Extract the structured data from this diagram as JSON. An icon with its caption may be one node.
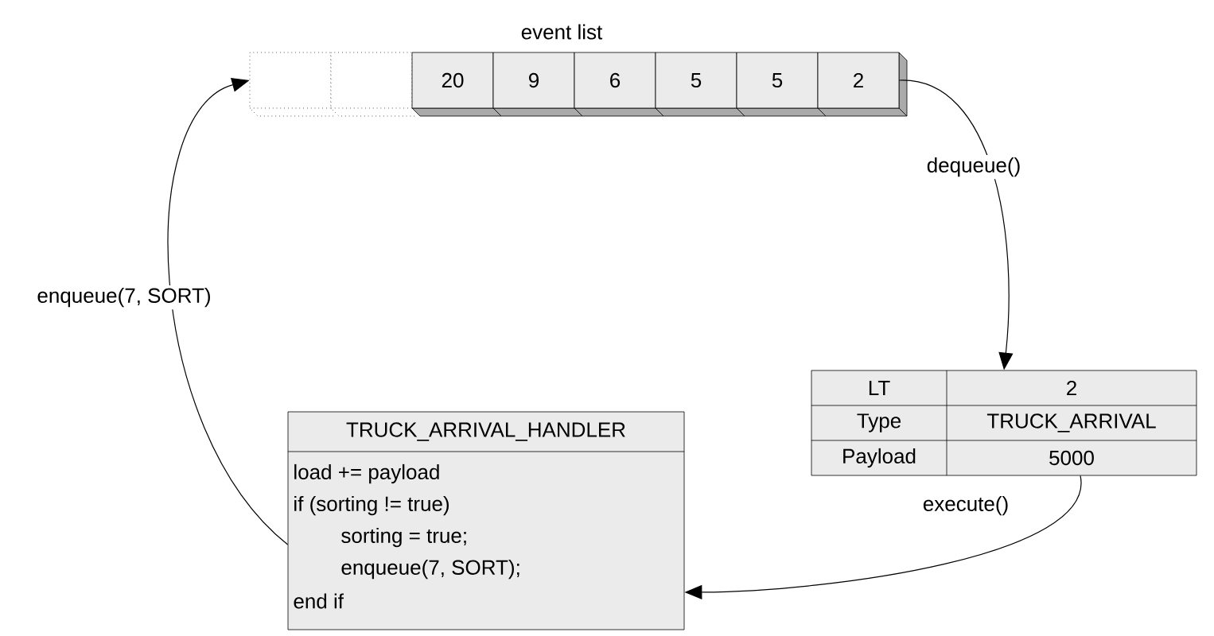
{
  "diagram": {
    "nodes": [
      {
        "text": [],
        "shape": "box"
      },
      {
        "text": [],
        "shape": "box"
      },
      {
        "text": [
          "20"
        ]
      },
      {
        "text": [
          "9"
        ]
      },
      {
        "text": [
          "6"
        ]
      },
      {
        "text": [
          "5"
        ]
      },
      {
        "text": [
          "5"
        ]
      },
      {
        "text": [
          "2"
        ]
      },
      {
        "text": [
          "LT",
          "2",
          "Type",
          "TRUCK_ARRIVAL",
          "Payload",
          "5000"
        ]
      },
      {
        "text": [
          "TRUCK_ARRIVAL_HANDLER",
          "load += payload",
          "if (sorting != true)",
          "sorting = true;",
          "enqueue(7, SORT);",
          "end if"
        ]
      }
    ],
    "edges": [
      {
        "from": 7,
        "to": 8,
        "arrow": "to",
        "label": "dequeue()"
      },
      {
        "from": 8,
        "to": 9,
        "arrow": "to",
        "label": "execute()"
      },
      {
        "from": 9,
        "to": 0,
        "arrow": "to",
        "label": "enqueue(7, SORT)"
      }
    ],
    "labels": [
      "event list"
    ]
  }
}
